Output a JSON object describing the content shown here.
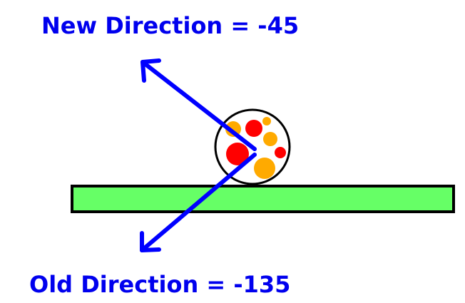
{
  "labels": {
    "new_direction": "New Direction = -45",
    "old_direction": "Old Direction = -135"
  },
  "colors": {
    "text": "#0000ee",
    "arrow": "#0000ff",
    "platform_fill": "#66ff66",
    "outline": "#000000",
    "dot_red": "#ff0000",
    "dot_orange": "#ffaa00"
  },
  "icons": {
    "ball": "spotted-ball-icon",
    "platform": "green-platform",
    "new_arrow": "arrow-up-left-icon",
    "old_arrow": "arrow-down-left-icon"
  }
}
